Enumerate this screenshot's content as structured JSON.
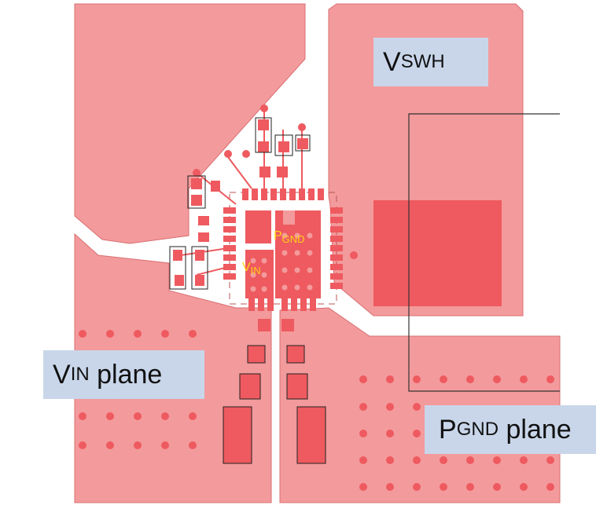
{
  "labels": {
    "vswh": {
      "main": "V",
      "sub": "SWH",
      "tail": ""
    },
    "vin_plane": {
      "main": "V",
      "sub": "IN",
      "tail": " plane"
    },
    "pgnd_plane": {
      "main": "P",
      "sub": "GND",
      "tail": " plane"
    },
    "pgnd_pin": {
      "main": "P",
      "sub": "GND",
      "tail": ""
    },
    "vin_pin": {
      "main": "V",
      "sub": "IN",
      "tail": ""
    }
  },
  "colors": {
    "copper": "#f39a9c",
    "copper_dark": "#ee5a5f",
    "edge": "#d87072",
    "label_bg": "#c9d6ea",
    "pin_label": "#ffd21a"
  }
}
